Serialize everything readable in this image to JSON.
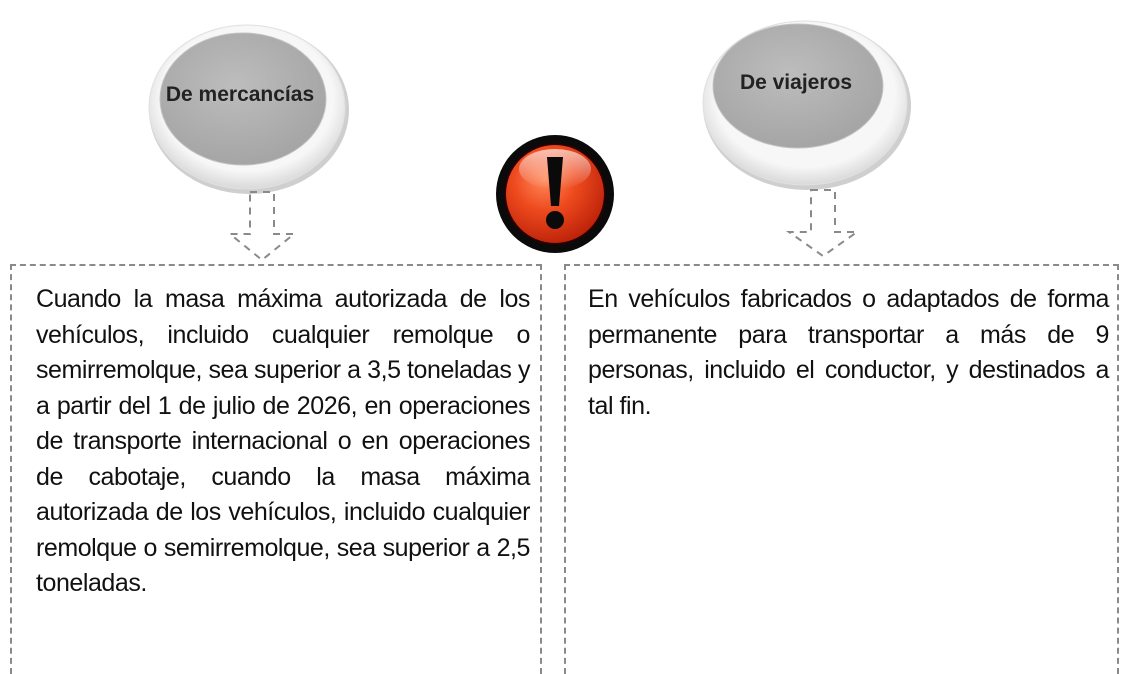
{
  "diagram": {
    "left_category": {
      "label": "De mercancías",
      "description": "Cuando la masa máxima autorizada de los vehículos, incluido cualquier remolque o semirremolque, sea superior a 3,5 toneladas y a partir del 1 de julio de 2026, en operaciones de transporte internacional o en operaciones de cabotaje, cuando la masa máxima autorizada de los vehículos, incluido cualquier remolque o semirremolque, sea superior a 2,5 toneladas."
    },
    "right_category": {
      "label": "De viajeros",
      "description": "En vehículos fabricados o adaptados de forma permanente para transportar a más de 9 personas, incluido el conductor, y destinados a tal fin."
    },
    "center_icon": "exclamation-warning-icon",
    "colors": {
      "ellipse_fill": "#aeaeae",
      "ellipse_rim": "#f2f2f2",
      "warning_red": "#e8391a",
      "warning_black": "#0a0a0a",
      "dashed_border": "#8a8a8a"
    }
  }
}
